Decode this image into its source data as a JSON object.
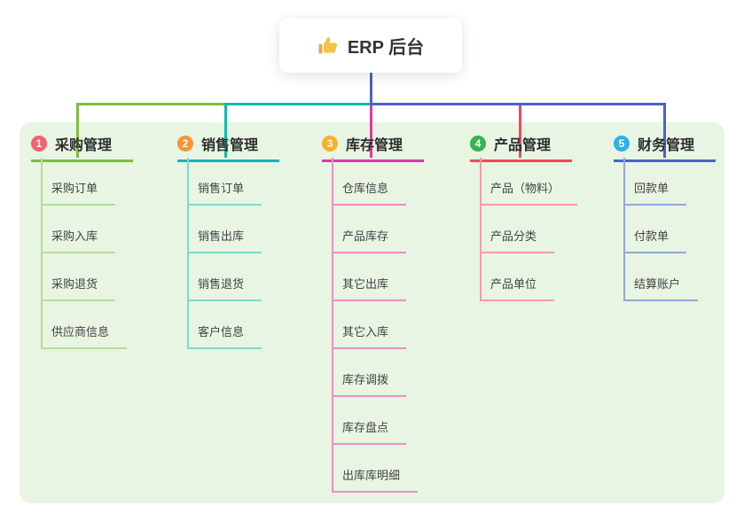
{
  "root": {
    "label": "ERP 后台",
    "icon": "thumbs-up-icon"
  },
  "colors": {
    "panel_bg": "#e7f5e2",
    "trunk": "#4a62c9",
    "root_card_bg": "#ffffff",
    "thumb_yellow": "#f6c343",
    "thumb_cuff": "#e9a93d"
  },
  "branches": [
    {
      "num": "1",
      "label": "采购管理",
      "colors": {
        "main": "#7ebc3f",
        "light": "#b7dd96",
        "badge": "#f85f6d"
      },
      "children": [
        "采购订单",
        "采购入库",
        "采购退货",
        "供应商信息"
      ]
    },
    {
      "num": "2",
      "label": "销售管理",
      "colors": {
        "main": "#12b8b1",
        "light": "#81d7d0",
        "badge": "#fa9337"
      },
      "children": [
        "销售订单",
        "销售出库",
        "销售退货",
        "客户信息"
      ]
    },
    {
      "num": "3",
      "label": "库存管理",
      "colors": {
        "main": "#e03a9d",
        "light": "#f18cc7",
        "badge": "#fdb02a"
      },
      "children": [
        "仓库信息",
        "产品库存",
        "其它出库",
        "其它入库",
        "库存调拨",
        "库存盘点",
        "出库库明细"
      ]
    },
    {
      "num": "4",
      "label": "产品管理",
      "colors": {
        "main": "#f4475c",
        "light": "#f99ba5",
        "badge": "#36b44d"
      },
      "children": [
        "产品（物料）",
        "产品分类",
        "产品单位"
      ]
    },
    {
      "num": "5",
      "label": "财务管理",
      "colors": {
        "main": "#4a62c9",
        "light": "#94a7de",
        "badge": "#2fb0ea"
      },
      "children": [
        "回款单",
        "付款单",
        "结算账户"
      ]
    }
  ]
}
